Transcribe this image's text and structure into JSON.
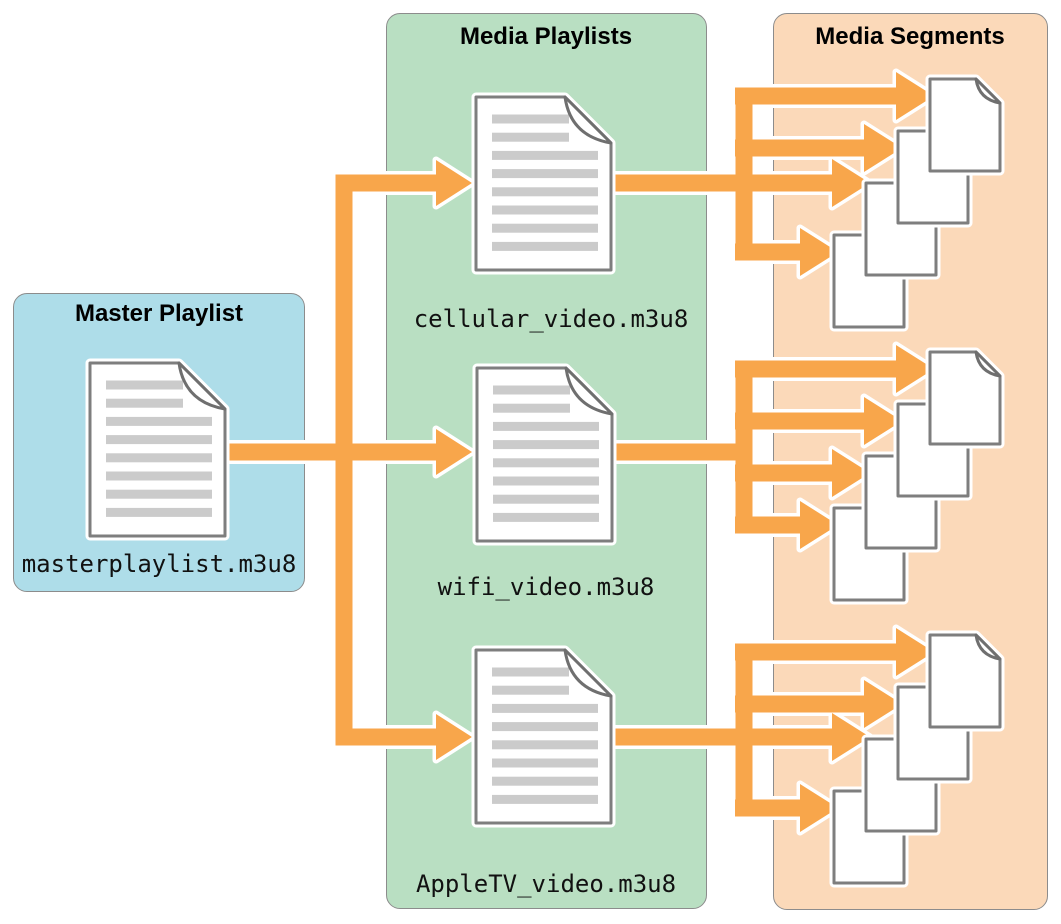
{
  "master": {
    "title": "Master Playlist",
    "file": "masterplaylist.m3u8"
  },
  "media_playlists": {
    "title": "Media Playlists",
    "files": [
      "cellular_video.m3u8",
      "wifi_video.m3u8",
      "AppleTV_video.m3u8"
    ]
  },
  "media_segments": {
    "title": "Media Segments",
    "groups": [
      {
        "doc_count": 4
      },
      {
        "doc_count": 4
      },
      {
        "doc_count": 4
      }
    ]
  },
  "colors": {
    "panel_blue": "#AEDDE9",
    "panel_green": "#B9DFC2",
    "panel_peach": "#FBD9B9",
    "arrow_orange": "#F8A64B",
    "doc_border": "#7E7E7E",
    "doc_line": "#CBCBCB",
    "panel_border": "#8C8C8C",
    "text": "#000000"
  }
}
